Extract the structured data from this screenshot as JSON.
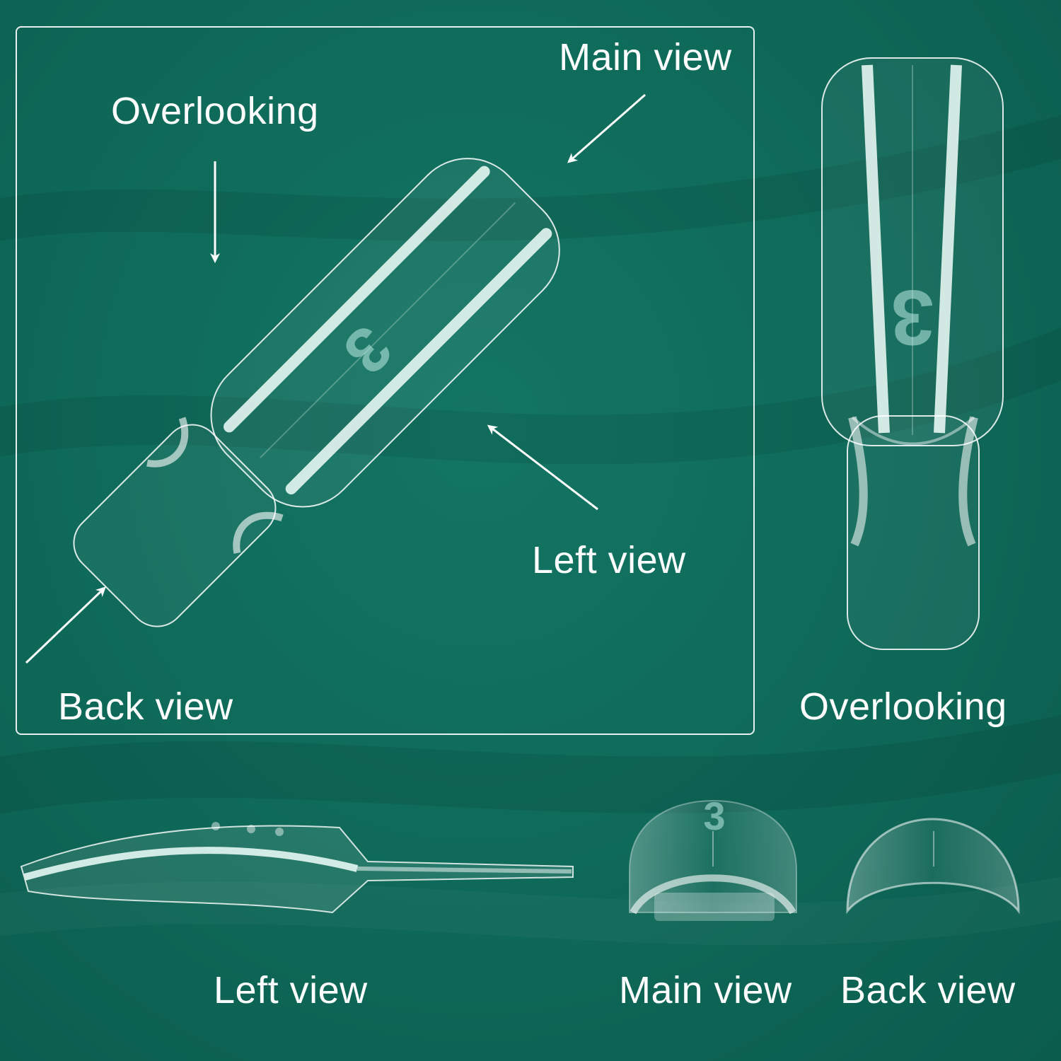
{
  "labels": {
    "overlooking_top": "Overlooking",
    "main_view_top": "Main view",
    "left_view_middle": "Left view",
    "back_view_left": "Back view",
    "overlooking_right": "Overlooking",
    "left_view_bottom": "Left view",
    "main_view_bottom": "Main view",
    "back_view_bottom": "Back view"
  },
  "nail_size_number": "3",
  "colors": {
    "background": "#0f6b5a",
    "outline": "#ffffff",
    "nail_fill": "#d8f2ec"
  }
}
